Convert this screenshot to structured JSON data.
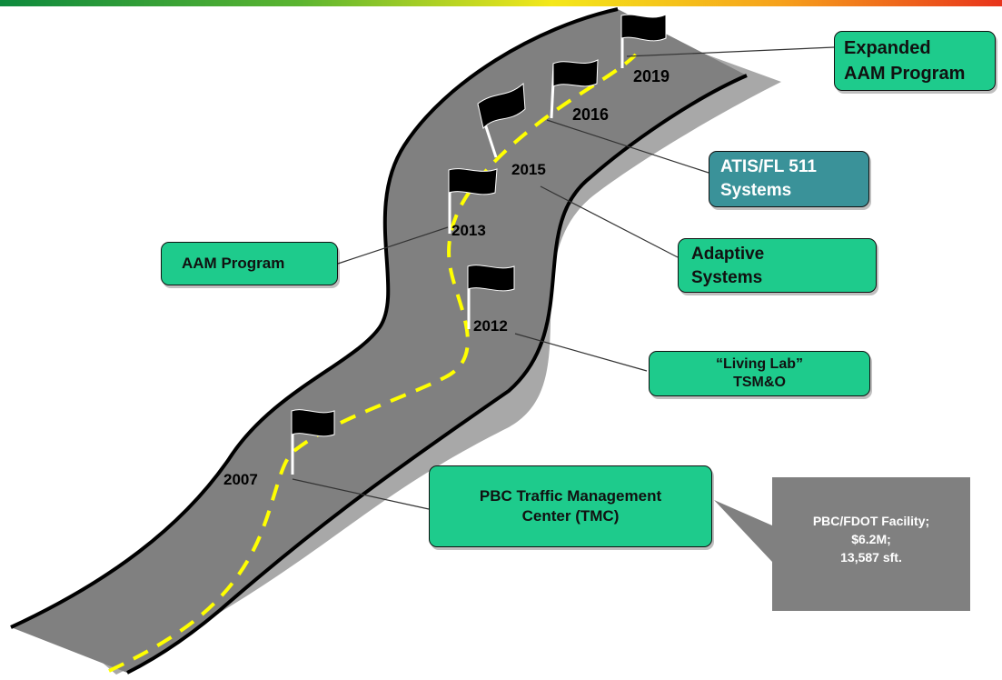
{
  "milestones": [
    {
      "year": "2007",
      "label_lines": [
        "PBC Traffic Management",
        "Center (TMC)"
      ]
    },
    {
      "year": "2012",
      "label_lines": [
        "“Living Lab”",
        "TSM&O"
      ]
    },
    {
      "year": "2013",
      "label_lines": [
        "AAM Program"
      ]
    },
    {
      "year": "2015",
      "label_lines": [
        "Adaptive",
        "Systems"
      ]
    },
    {
      "year": "2016",
      "label_lines": [
        "ATIS/FL 511",
        "Systems"
      ]
    },
    {
      "year": "2019",
      "label_lines": [
        "Expanded",
        "AAM Program"
      ]
    }
  ],
  "facility_callout": {
    "lines": [
      "PBC/FDOT Facility;",
      "$6.2M;",
      "13,587 sft."
    ]
  },
  "colors": {
    "label_box": "#1ecb8c",
    "label_box_atis": "#3a9299",
    "road": "#808080",
    "road_shadow": "#a8a8a8",
    "center_line": "#ffff00",
    "callout": "#808080"
  }
}
